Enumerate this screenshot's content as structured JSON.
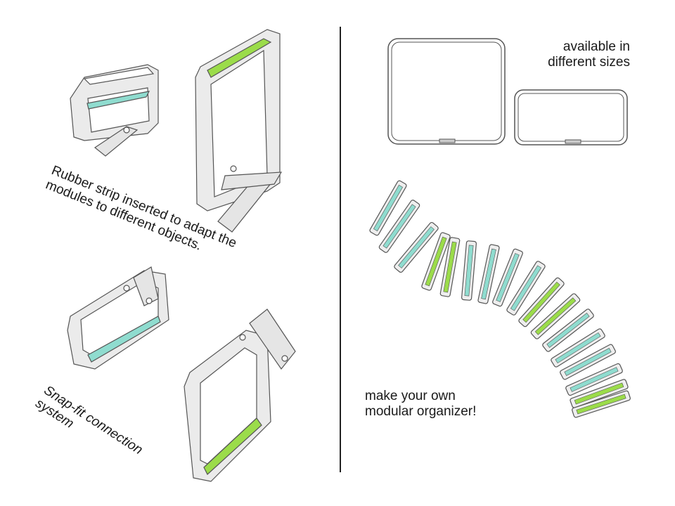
{
  "captions": {
    "rubber_strip": [
      "Rubber strip inserted to adapt the",
      "modules to different objects."
    ],
    "snap_fit": [
      "Snap-fit connection",
      "system"
    ],
    "sizes": [
      "available in",
      "different sizes"
    ],
    "organizer": [
      "make your own",
      "modular organizer!"
    ]
  },
  "colors": {
    "teal_strip": "#8fdccf",
    "green_strip": "#9bdc4a",
    "frame": "#e9e9e9",
    "outline": "#555555"
  },
  "chain_pattern": [
    "teal",
    "teal",
    "teal",
    "green",
    "green",
    "teal",
    "teal",
    "teal",
    "teal",
    "green",
    "green",
    "teal",
    "teal",
    "teal",
    "teal",
    "green",
    "green"
  ]
}
